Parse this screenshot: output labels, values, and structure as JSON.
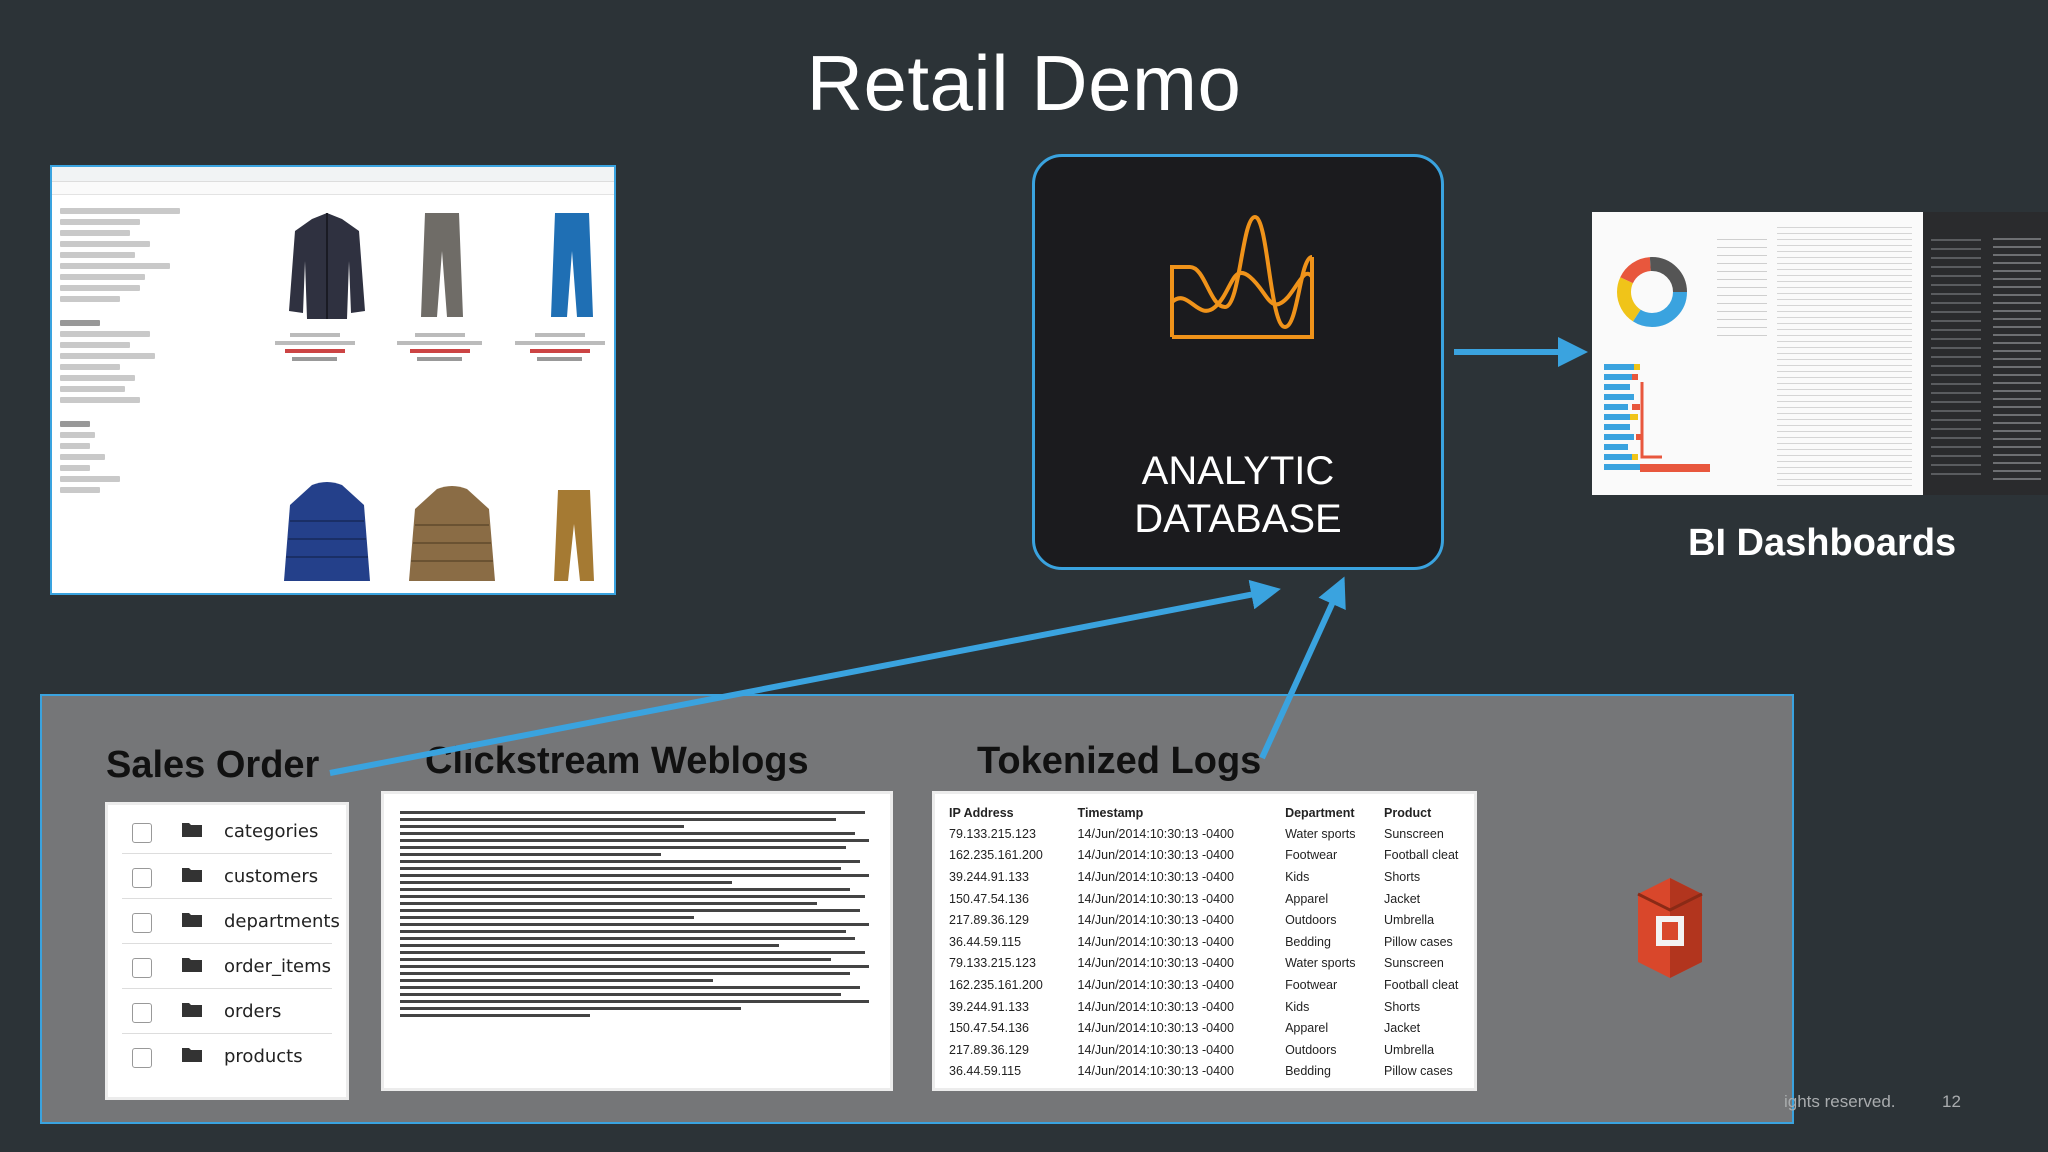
{
  "slide": {
    "title": "Retail Demo",
    "footer_text": "ights reserved.",
    "page_number": "12"
  },
  "analytic_db": {
    "line1": "ANALYTIC",
    "line2": "DATABASE",
    "icon": "waveform-chart-icon",
    "accent": "#f0931a"
  },
  "bi": {
    "label": "BI Dashboards"
  },
  "sources": {
    "sales_order": {
      "title": "Sales Order",
      "tables": [
        "categories",
        "customers",
        "departments",
        "order_items",
        "orders",
        "products"
      ]
    },
    "clickstream": {
      "title": "Clickstream Weblogs"
    },
    "tokenized": {
      "title": "Tokenized Logs",
      "headers": [
        "IP Address",
        "Timestamp",
        "Department",
        "Product"
      ],
      "rows": [
        [
          "79.133.215.123",
          "14/Jun/2014:10:30:13 -0400",
          "Water sports",
          "Sunscreen"
        ],
        [
          "162.235.161.200",
          "14/Jun/2014:10:30:13 -0400",
          "Footwear",
          "Football cleat"
        ],
        [
          "39.244.91.133",
          "14/Jun/2014:10:30:13 -0400",
          "Kids",
          "Shorts"
        ],
        [
          "150.47.54.136",
          "14/Jun/2014:10:30:13 -0400",
          "Apparel",
          "Jacket"
        ],
        [
          "217.89.36.129",
          "14/Jun/2014:10:30:13 -0400",
          "Outdoors",
          "Umbrella"
        ],
        [
          "36.44.59.115",
          "14/Jun/2014:10:30:13 -0400",
          "Bedding",
          "Pillow cases"
        ],
        [
          "79.133.215.123",
          "14/Jun/2014:10:30:13 -0400",
          "Water sports",
          "Sunscreen"
        ],
        [
          "162.235.161.200",
          "14/Jun/2014:10:30:13 -0400",
          "Footwear",
          "Football cleat"
        ],
        [
          "39.244.91.133",
          "14/Jun/2014:10:30:13 -0400",
          "Kids",
          "Shorts"
        ],
        [
          "150.47.54.136",
          "14/Jun/2014:10:30:13 -0400",
          "Apparel",
          "Jacket"
        ],
        [
          "217.89.36.129",
          "14/Jun/2014:10:30:13 -0400",
          "Outdoors",
          "Umbrella"
        ],
        [
          "36.44.59.115",
          "14/Jun/2014:10:30:13 -0400",
          "Bedding",
          "Pillow cases"
        ]
      ]
    },
    "storage_icon": "s3-bucket-icon"
  },
  "colors": {
    "background": "#2c3337",
    "arrow": "#3aa3df",
    "panel": "#757678",
    "s3": "#d9472b"
  }
}
